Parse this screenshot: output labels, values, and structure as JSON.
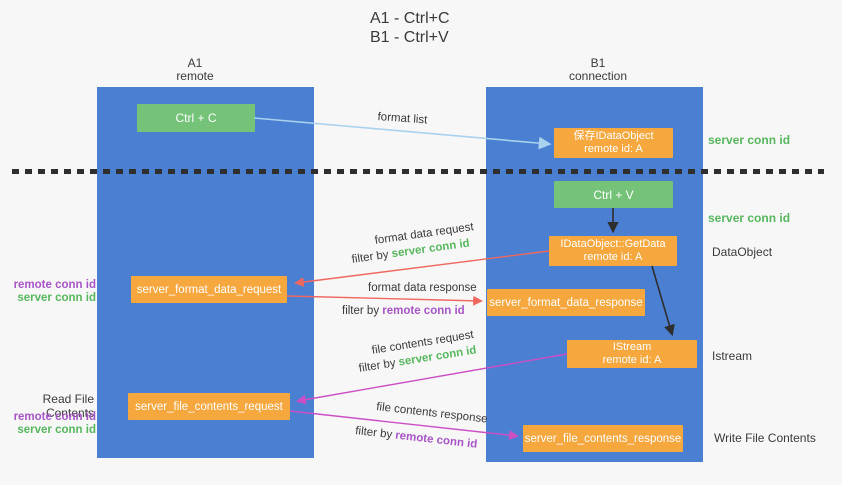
{
  "colors": {
    "bg": "#f7f7f7",
    "column-blue": "#4a7fd2",
    "box-green": "#74c378",
    "box-orange": "#f6a73e",
    "text-dark": "#3a3a3a",
    "green-accent": "#57b75e",
    "purple-accent": "#a855c8",
    "red-arrow": "#ef6860",
    "magenta-arrow": "#cc4fc6",
    "blue-arrow": "#a9d2ee",
    "black-arrow": "#2e2e2e"
  },
  "title": {
    "line1": "A1 - Ctrl+C",
    "line2": "B1 - Ctrl+V"
  },
  "lifelines": {
    "a1": {
      "name": "A1",
      "sub": "remote"
    },
    "b1": {
      "name": "B1",
      "sub": "connection"
    }
  },
  "boxes": {
    "ctrl_c": {
      "label": "Ctrl + C"
    },
    "ctrl_v": {
      "label": "Ctrl + V"
    },
    "save_dataobject": {
      "line1": "保存IDataObject",
      "line2": "remote id: A"
    },
    "getdata": {
      "line1": "IDataObject::GetData",
      "line2": "remote id: A"
    },
    "istream": {
      "line1": "IStream",
      "line2": "remote id: A"
    },
    "format_request": {
      "label": "server_format_data_request"
    },
    "format_response": {
      "label": "server_format_data_response"
    },
    "file_request": {
      "label": "server_file_contents_request"
    },
    "file_response": {
      "label": "server_file_contents_response"
    }
  },
  "arrow_labels": {
    "format_list": "format list",
    "format_data_request": "format data request",
    "format_data_response": "format data response",
    "file_contents_request": "file contents request",
    "file_contents_response": "file contents response",
    "filter_prefix": "filter by ",
    "server_conn_id": "server conn id",
    "remote_conn_id": "remote conn id"
  },
  "side_labels": {
    "server_conn_top": "server conn id",
    "server_conn_mid": "server conn id",
    "dataobject": "DataObject",
    "istream": "Istream",
    "write_file_contents": "Write File Contents",
    "read_file_contents": "Read File Contents",
    "remote_conn_left_1": "remote conn id",
    "server_conn_left_1": "server conn id",
    "remote_conn_left_2": "remote conn id",
    "server_conn_left_2": "server conn id"
  }
}
